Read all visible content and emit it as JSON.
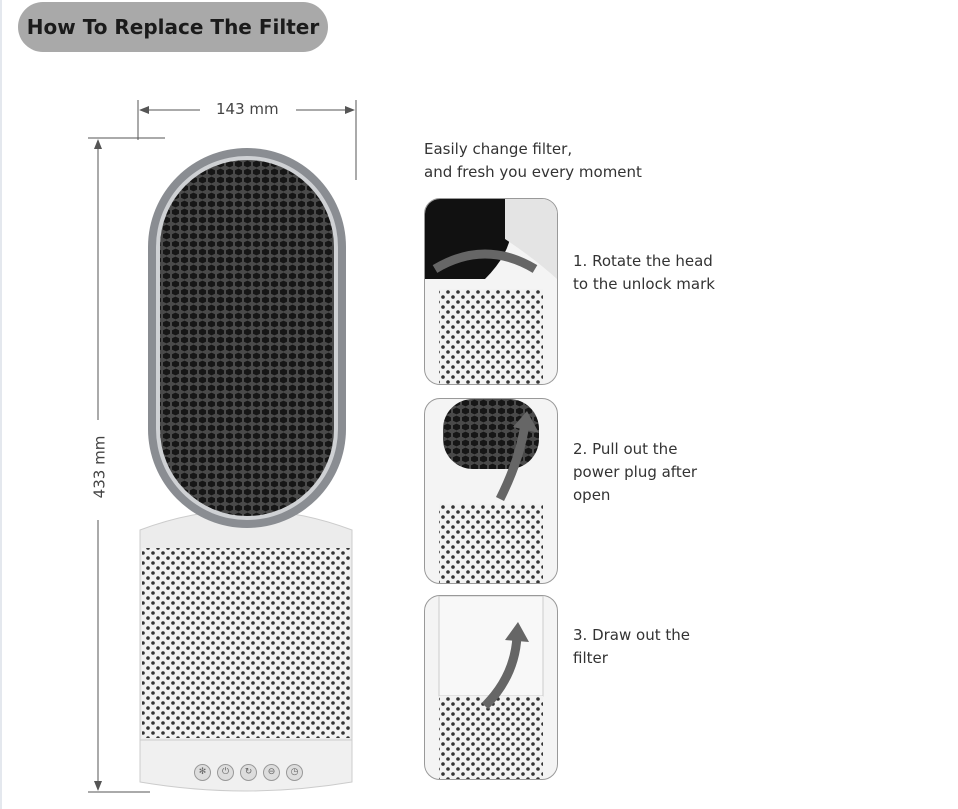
{
  "title": "How To Replace The Filter",
  "dimensions": {
    "width": "143 mm",
    "height": "433 mm"
  },
  "intro": [
    "Easily change filter,",
    "and fresh you every moment"
  ],
  "steps": [
    {
      "lines": [
        "1. Rotate the head",
        "to the unlock mark"
      ]
    },
    {
      "lines": [
        "2. Pull out the",
        "power plug after",
        "open"
      ]
    },
    {
      "lines": [
        "3. Draw out the",
        "filter"
      ]
    }
  ],
  "controls": [
    "fan-speed",
    "power",
    "oscillate",
    "minus",
    "timer"
  ]
}
